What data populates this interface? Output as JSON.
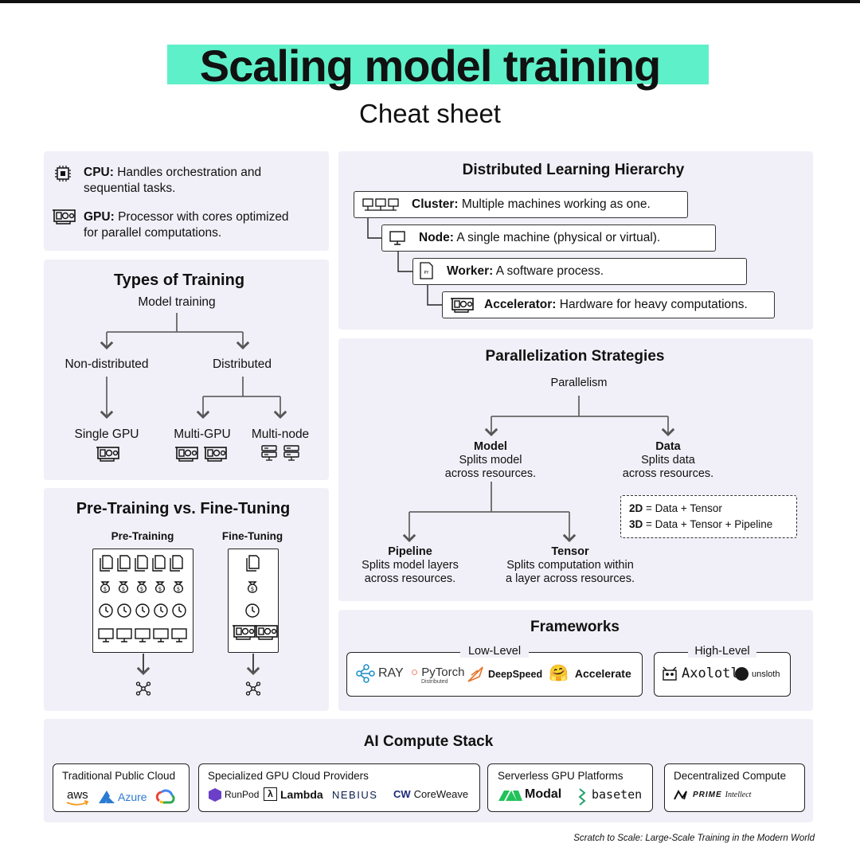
{
  "header": {
    "title": "Scaling model training",
    "subtitle": "Cheat sheet"
  },
  "hardware": {
    "cpu_label": "CPU:",
    "cpu_text": "Handles orchestration and",
    "cpu_text2": "sequential tasks.",
    "gpu_label": "GPU:",
    "gpu_text": "Processor with cores optimized",
    "gpu_text2": "for parallel computations."
  },
  "types": {
    "title": "Types of Training",
    "root": "Model training",
    "non_distributed": "Non-distributed",
    "distributed": "Distributed",
    "single_gpu": "Single GPU",
    "multi_gpu": "Multi-GPU",
    "multi_node": "Multi-node"
  },
  "pretrain": {
    "title": "Pre-Training vs. Fine-Tuning",
    "pre": "Pre-Training",
    "fine": "Fine-Tuning"
  },
  "hierarchy": {
    "title": "Distributed Learning Hierarchy",
    "cluster_label": "Cluster:",
    "cluster_text": "Multiple machines working as one.",
    "node_label": "Node:",
    "node_text": "A single machine (physical or virtual).",
    "worker_label": "Worker:",
    "worker_text": "A software process.",
    "accel_label": "Accelerator:",
    "accel_text": "Hardware for heavy computations."
  },
  "parallel": {
    "title": "Parallelization Strategies",
    "root": "Parallelism",
    "model": "Model",
    "model_d1": "Splits model",
    "model_d2": "across resources.",
    "data": "Data",
    "data_d1": "Splits data",
    "data_d2": "across resources.",
    "pipeline": "Pipeline",
    "pipeline_d1": "Splits model layers",
    "pipeline_d2": "across resources.",
    "tensor": "Tensor",
    "tensor_d1": "Splits computation within",
    "tensor_d2": "a layer across resources.",
    "d2_label": "2D",
    "d2_text": "= Data + Tensor",
    "d3_label": "3D",
    "d3_text": "= Data + Tensor + Pipeline"
  },
  "frameworks": {
    "title": "Frameworks",
    "low": "Low-Level",
    "high": "High-Level",
    "ray": "RAY",
    "pytorch": "PyTorch",
    "pytorch_sub": "Distributed",
    "deepspeed": "DeepSpeed",
    "accelerate": "Accelerate",
    "axolotl": "Axolotl",
    "unsloth": "unsloth"
  },
  "compute": {
    "title": "AI Compute Stack",
    "public": "Traditional Public Cloud",
    "aws": "aws",
    "azure": "Azure",
    "specialized": "Specialized GPU Cloud Providers",
    "runpod": "RunPod",
    "lambda": "Lambda",
    "nebius": "NEBIUS",
    "coreweave": "CoreWeave",
    "serverless": "Serverless GPU Platforms",
    "modal": "Modal",
    "baseten": "baseten",
    "decentral": "Decentralized Compute",
    "prime": "PRIME",
    "prime2": "Intellect"
  },
  "footer": "Scratch to Scale: Large-Scale Training in the Modern World",
  "colors": {
    "accent": "#5ef0c8",
    "panel": "#f1f0f8"
  }
}
